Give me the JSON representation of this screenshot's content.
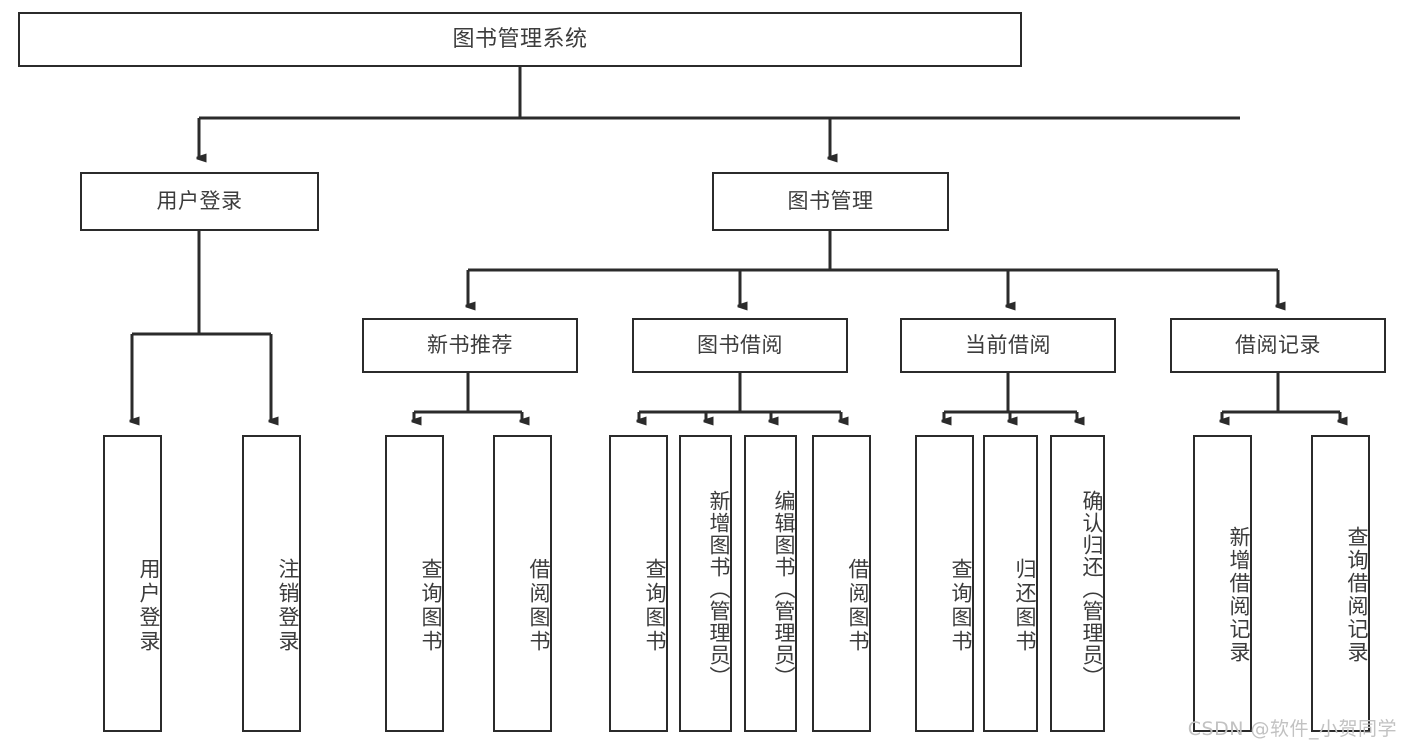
{
  "diagram": {
    "type": "tree",
    "title": "图书管理系统",
    "colors": {
      "background": "#ffffff",
      "box_border": "#2b2b2b",
      "box_fill": "#ffffff",
      "text": "#3c3c3c",
      "connector": "#2b2b2b",
      "watermark": "#c2c2c2"
    },
    "root": {
      "label": "图书管理系统"
    },
    "level2": [
      {
        "label": "用户登录"
      },
      {
        "label": "图书管理"
      }
    ],
    "level3": [
      {
        "label": "新书推荐"
      },
      {
        "label": "图书借阅"
      },
      {
        "label": "当前借阅"
      },
      {
        "label": "借阅记录"
      }
    ],
    "leaves": {
      "user_login": [
        {
          "label": "用户登录"
        },
        {
          "label": "注销登录"
        }
      ],
      "new_book_recommend": [
        {
          "label": "查询图书"
        },
        {
          "label": "借阅图书"
        }
      ],
      "book_borrow": [
        {
          "label": "查询图书"
        },
        {
          "label": "新增图书（管理员）"
        },
        {
          "label": "编辑图书（管理员）"
        },
        {
          "label": "借阅图书"
        }
      ],
      "current_borrow": [
        {
          "label": "查询图书"
        },
        {
          "label": "归还图书"
        },
        {
          "label": "确认归还（管理员）"
        }
      ],
      "borrow_record": [
        {
          "label": "新增借阅记录"
        },
        {
          "label": "查询借阅记录"
        }
      ]
    }
  },
  "watermark": {
    "text": "CSDN @软件_小贺同学"
  }
}
